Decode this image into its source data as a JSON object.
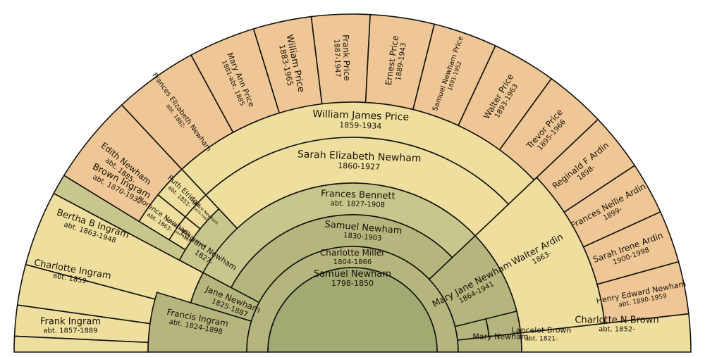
{
  "colors": {
    "g0": "#A3A973",
    "g1": "#B4B67E",
    "g2": "#C7C68C",
    "g3": "#EFDF9E",
    "g4": "#EFC796",
    "stroke": "#111111"
  },
  "people": {
    "self": {
      "name": "Samuel Newham",
      "dates": "1798-1850"
    },
    "charlotte_miller": {
      "name": "Charlotte Miller",
      "dates": "1804-1866"
    },
    "samuel_newham": {
      "name": "Samuel Newham",
      "dates": "1830-1903"
    },
    "frances_bennett": {
      "name": "Frances Bennett",
      "dates": "abt. 1827-1908"
    },
    "sarah_elizabeth": {
      "name": "Sarah Elizabeth Newham",
      "dates": "1860-1927"
    },
    "william_james": {
      "name": "William James Price",
      "dates": "1859-1934"
    },
    "edward_newham": {
      "name": "Edward Newham",
      "dates": "1827-"
    },
    "mary_jane": {
      "name": "Mary Jane Newham",
      "dates": "1864-1941"
    },
    "walter_ardin": {
      "name": "Walter Ardin",
      "dates": "1863-"
    },
    "francis_ingram": {
      "name": "Francis Ingram",
      "dates": "abt. 1824-1898"
    },
    "jane_newham": {
      "name": "Jane Newham",
      "dates": "1825-1887"
    },
    "mary_newham": {
      "name": "Mary Newham",
      "dates": ""
    },
    "lancelot_brown": {
      "name": "Lancelot Brown",
      "dates": "abt. 1821-"
    },
    "charlotte_n_brown": {
      "name": "Charlotte N Brown",
      "dates": "abt. 1852-"
    },
    "frank_ingram": {
      "name": "Frank Ingram",
      "dates": "abt. 1857-1889"
    },
    "charlotte_ingram": {
      "name": "Charlotte Ingram",
      "dates": "abt. 1859-"
    },
    "bertha_ingram": {
      "name": "Bertha B Ingram",
      "dates": "abt. 1863-1948"
    },
    "brown_ingram": {
      "name": "Brown Ingram",
      "dates": "abt. 1870-1932"
    },
    "florence_newham": {
      "name": "Florence Newham",
      "dates": "abt. 1863-"
    },
    "ruth_elridge": {
      "name": "Ruth Elridge",
      "dates": "abt. 1851-"
    },
    "small_a": {
      "name": "Samuel Henry Newham",
      "dates": "abt. 1860-"
    },
    "small_b": {
      "name": "Florence Newham",
      "dates": "1875-1960"
    },
    "edith_newham": {
      "name": "Edith Newham",
      "dates": "abt. 1885-"
    },
    "frances_elizabeth": {
      "name": "Frances Elizabeth Newham",
      "dates": "abt. 1882-"
    },
    "mary_ann_price": {
      "name": "Mary Ann Price",
      "dates": "1881-abt. 1885"
    },
    "william_price": {
      "name": "William Price",
      "dates": "1883-1965"
    },
    "frank_price": {
      "name": "Frank Price",
      "dates": "1887-1947"
    },
    "ernest_price": {
      "name": "Ernest Price",
      "dates": "1889-1943"
    },
    "samuel_newham_price": {
      "name": "Samuel Newham Price",
      "dates": "1891-1952"
    },
    "walter_price": {
      "name": "Walter Price",
      "dates": "1893-1963"
    },
    "trevor_price": {
      "name": "Trevor Price",
      "dates": "1895-1966"
    },
    "reginald_ardin": {
      "name": "Reginald F Ardin",
      "dates": "1898-"
    },
    "frances_nellie": {
      "name": "Frances Nellie Ardin",
      "dates": "1899-"
    },
    "sarah_irene": {
      "name": "Sarah Irene Ardin",
      "dates": "1900-1998"
    },
    "henry_edward": {
      "name": "Henry Edward Newham",
      "dates": "abt. 1890-1959"
    }
  }
}
